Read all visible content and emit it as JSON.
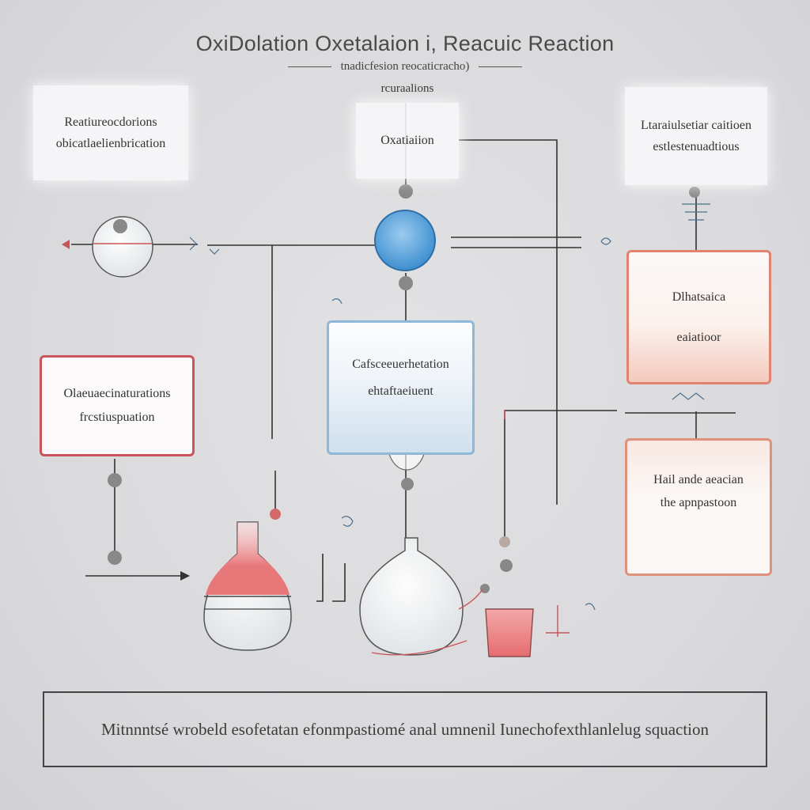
{
  "header": {
    "title": "OxiDolation  Oxetalaion  i, Reacuic Reaction",
    "subtitle": "tnadicfesion reocaticracho)"
  },
  "labels": {
    "top_center_caption": "rcuraalions"
  },
  "cards": {
    "top_left": {
      "line1": "Reatiureocdorions",
      "line2": "obicatlaelienbrication"
    },
    "top_center": {
      "line1": "Oxatiaiion"
    },
    "top_right": {
      "line1": "Ltaraiulsetiar caitioen",
      "line2": "estlestenuadtious"
    },
    "right_upper": {
      "line1": "Dlhatsaica",
      "line2": "eaiatioor"
    },
    "left_middle": {
      "line1": "Olaeuaecinaturations",
      "line2": "frcstiuspuation"
    },
    "center_middle": {
      "line1": "Cafsceeuerhetation",
      "line2": "ehtaftaeiuent"
    },
    "right_lower": {
      "line1": "Hail ande aeacian",
      "line2": "the apnpastoon"
    }
  },
  "footer": {
    "text": "Mitnnntsé wrobeld esofetatan efonmpastiomé anal umnenil Iunechofexthlanlelug squaction"
  },
  "colors": {
    "red_border": "#c9545c",
    "blue_border": "#8fb7d8",
    "peach_border": "#e2836f",
    "node_blue": "#5aa5dc",
    "flask_red": "#e8777a"
  }
}
